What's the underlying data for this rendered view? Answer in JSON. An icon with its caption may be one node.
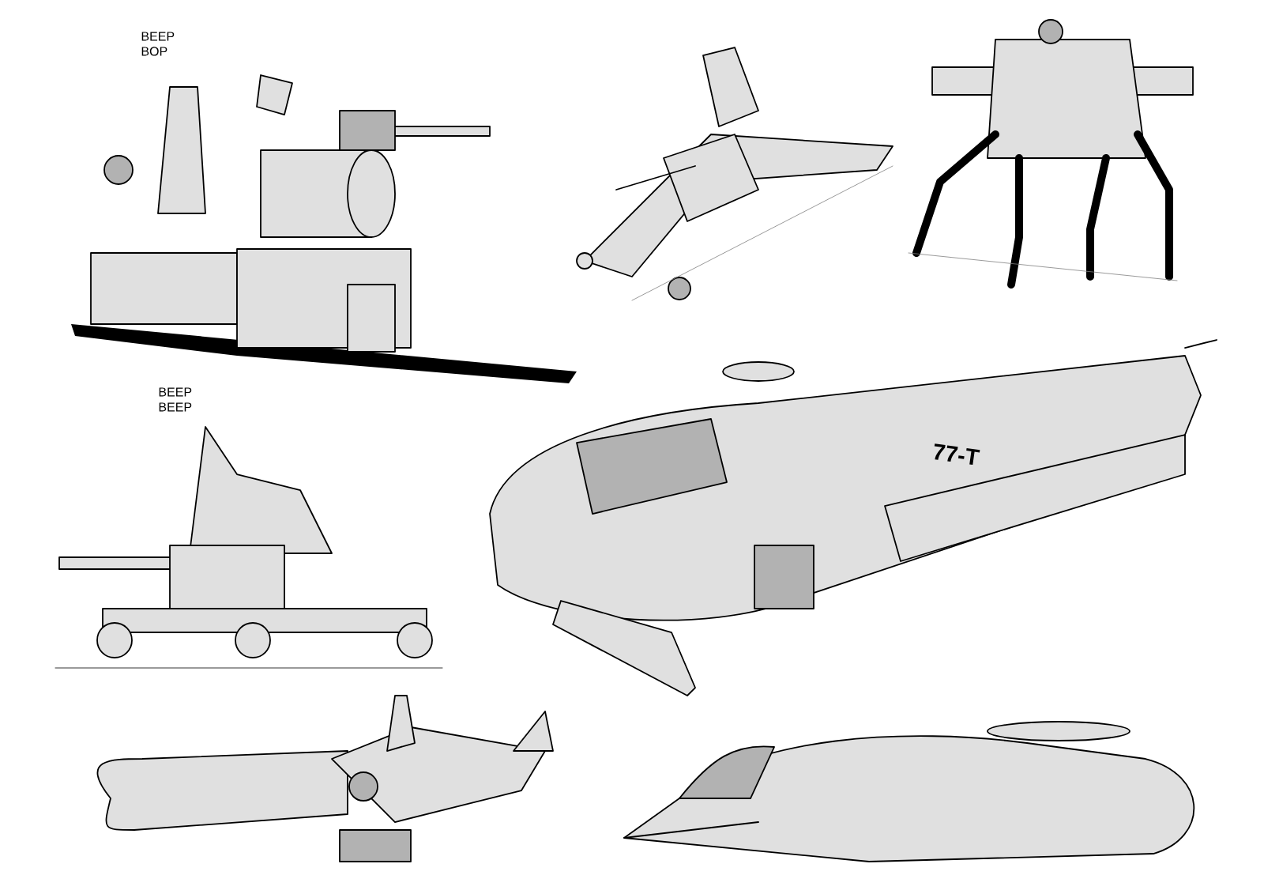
{
  "diagram": {
    "labels": [
      "BEEP BOP",
      "BEEP BEEP",
      "77-T"
    ]
  }
}
